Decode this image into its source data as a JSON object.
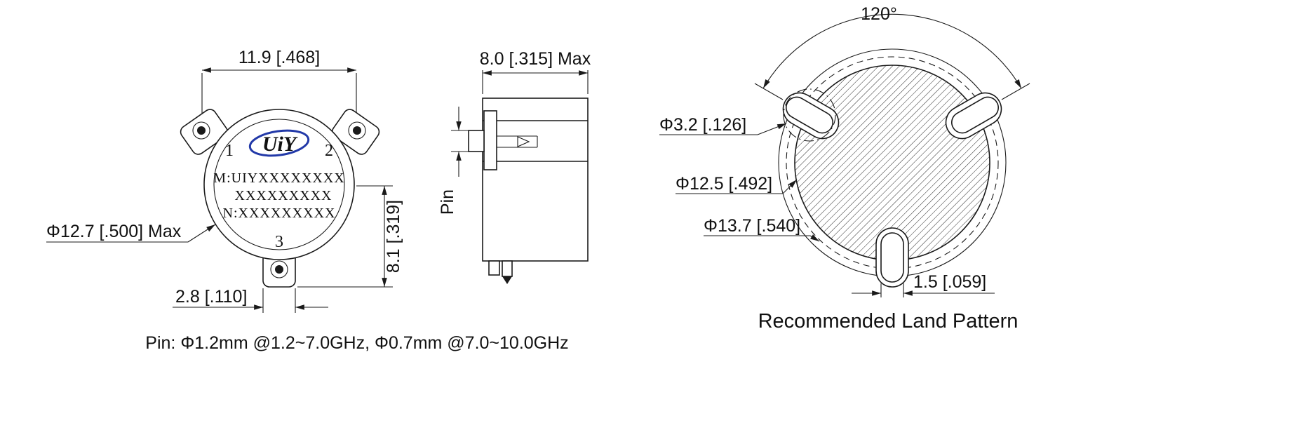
{
  "top_view": {
    "dim_width": "11.9 [.468]",
    "dim_diameter": "Φ12.7 [.500] Max",
    "dim_tab_width": "2.8 [.110]",
    "dim_center_height": "8.1 [.319]",
    "port_1": "1",
    "port_2": "2",
    "port_3": "3",
    "marking_line_1": "M:UIYXXXXXXXX",
    "marking_line_2": "XXXXXXXXX",
    "marking_line_3": "N:XXXXXXXXX",
    "logo_text": "UiY"
  },
  "side_view": {
    "dim_height": "8.0 [.315] Max",
    "pin_label": "Pin"
  },
  "land_pattern": {
    "dim_angle": "120°",
    "dim_pin_pad": "Φ3.2 [.126]",
    "dim_inner_circle": "Φ12.5 [.492]",
    "dim_outer_circle": "Φ13.7 [.540]",
    "dim_pin_width": "1.5 [.059]",
    "caption": "Recommended Land Pattern"
  },
  "footnote": "Pin: Φ1.2mm @1.2~7.0GHz, Φ0.7mm @7.0~10.0GHz",
  "colors": {
    "line": "#1a1a1a",
    "logo_red": "#d21f26",
    "logo_blue": "#2239a8"
  }
}
